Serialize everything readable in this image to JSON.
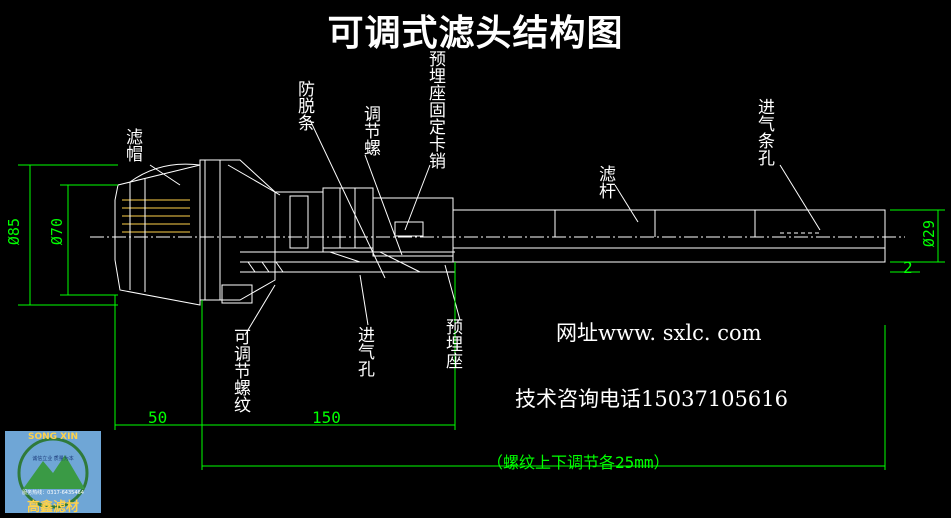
{
  "title": "可调式滤头结构图",
  "labels": {
    "filter_cap": "滤帽",
    "anti_slip": "防脱条",
    "adjust_cap": "调节螺",
    "preembed_pin": "预埋座固定卡销",
    "filter_rod": "滤杆",
    "air_strip_hole": "进气条孔",
    "adjust_thread": "可调节螺纹",
    "air_hole": "进气孔",
    "preembed_seat": "预埋座"
  },
  "dimensions": {
    "d85": "Ø85",
    "d70": "Ø70",
    "d29": "Ø29",
    "d50": "50",
    "d150": "150",
    "d2": "2",
    "thread_note": "（螺纹上下调节各25mm）"
  },
  "info": {
    "website": "网址www. sxlc. com",
    "phone": "技术咨询电话15037105616"
  },
  "logo": {
    "top_text": "SONG XIN",
    "brand": "高鑫滤材",
    "small": "服务热线：0317-6435464",
    "tagline": "诚信立业 质量为本"
  },
  "colors": {
    "background": "#000000",
    "line": "#ffffff",
    "dimension": "#00ff00",
    "logo_bg": "#6fa6d6"
  }
}
